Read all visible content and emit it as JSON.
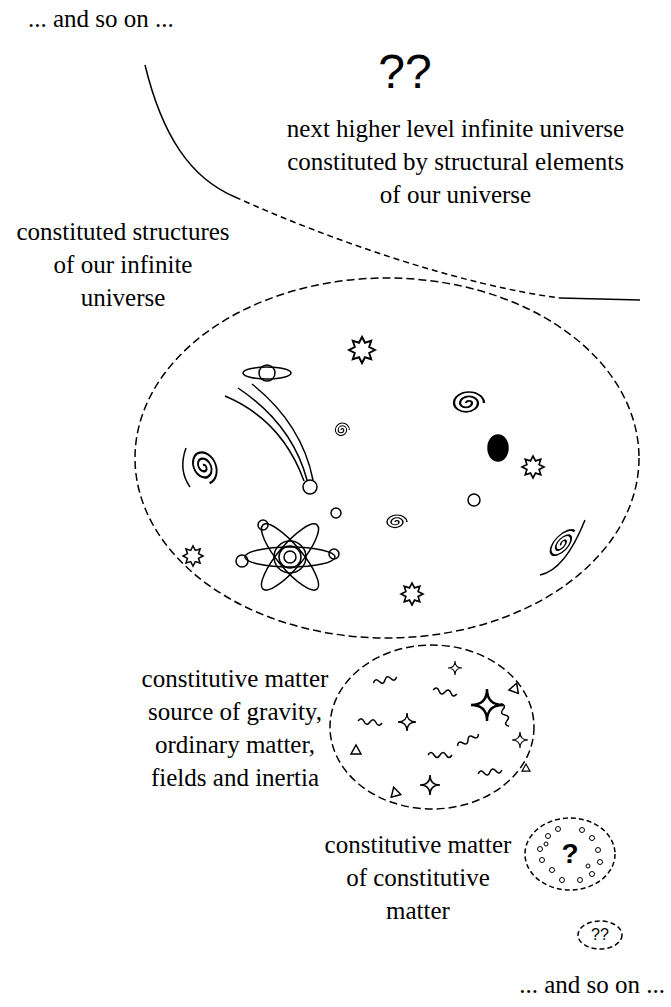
{
  "diagram": {
    "nodes": [
      {
        "text": [
          "??",
          "next higher level infinite universe constituted by structural elements of our universe"
        ]
      },
      {
        "text": [
          "constituted structures of our infinite universe"
        ]
      },
      {
        "text": [
          "constitutive matter source of gravity, ordinary matter, fields and inertia"
        ]
      },
      {
        "text": [
          "constitutive matter of constitutive matter",
          "?"
        ]
      },
      {
        "text": [
          "??"
        ]
      }
    ],
    "labels": [
      "... and so on ...",
      "... and so on ..."
    ]
  }
}
